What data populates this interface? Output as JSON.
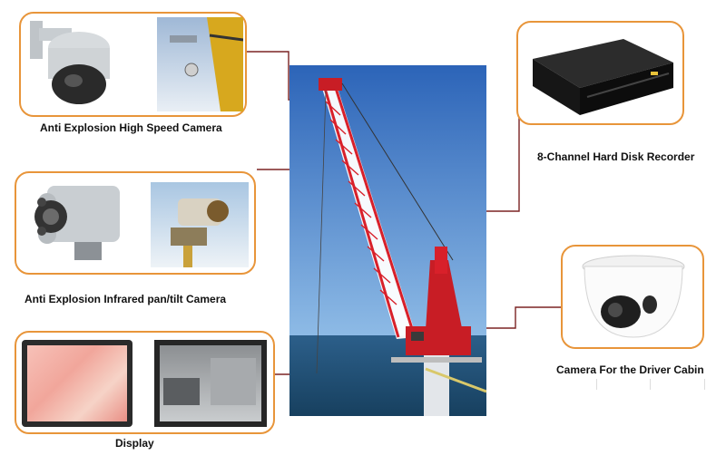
{
  "captions": {
    "high_speed": "Anti Explosion High Speed Camera",
    "infrared": "Anti Explosion  Infrared pan/tilt Camera",
    "display": "Display",
    "recorder": "8-Channel Hard Disk Recorder",
    "cabin": "Camera For the Driver Cabin"
  },
  "colors": {
    "box_border": "#e8953a",
    "connector": "#7b2323",
    "sea": "#24557f",
    "sky_top": "#2c64b8",
    "crane_red": "#d8202a"
  }
}
